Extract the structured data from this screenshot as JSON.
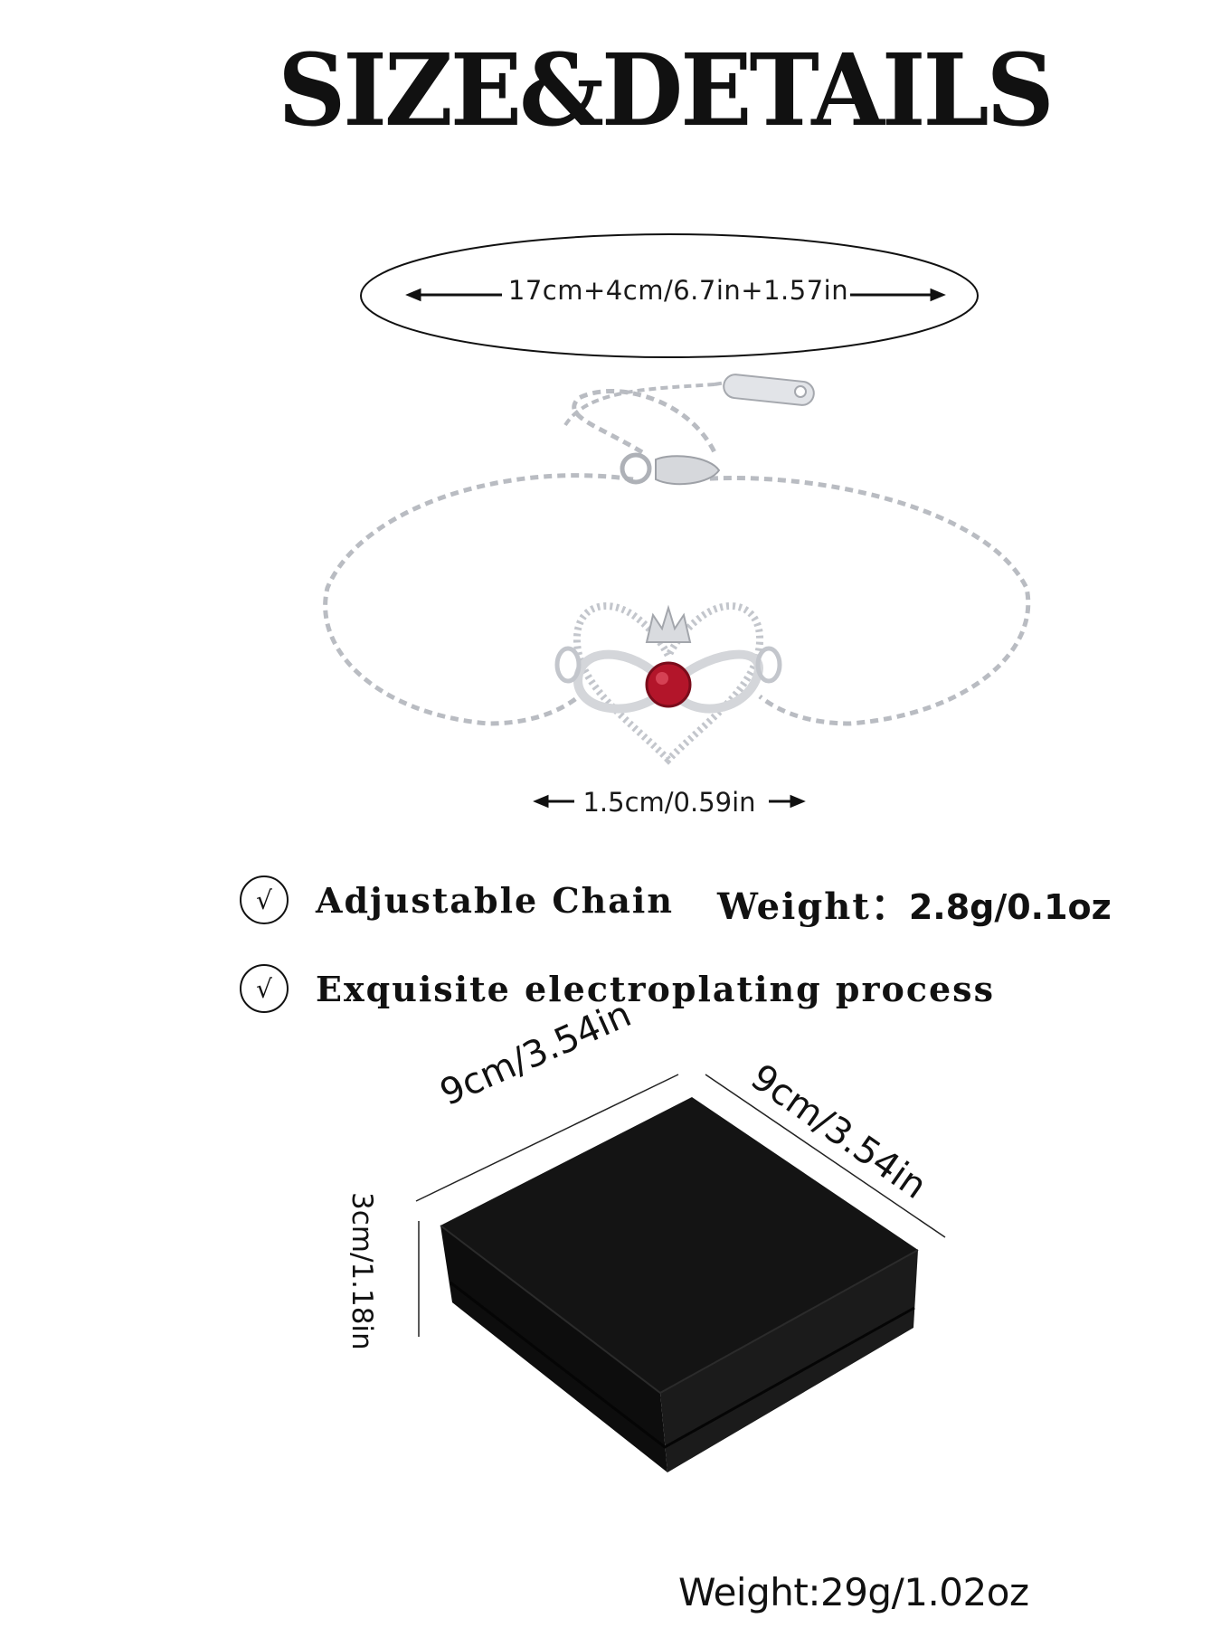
{
  "header": {
    "title": "SIZE&DETAILS"
  },
  "bracelet": {
    "chain_size_label": "17cm+4cm/6.7in+1.57in",
    "pendant_size_label": "1.5cm/0.59in",
    "stone_color": "#b3152a",
    "metal_color": "#c9ccd1"
  },
  "features": [
    {
      "check": "√",
      "label": "Adjustable Chain"
    },
    {
      "check": "√",
      "label": "Exquisite electroplating process"
    }
  ],
  "weight": {
    "label": "Weight：",
    "value": "2.8g/0.1oz"
  },
  "box": {
    "length_label": "9cm/3.54in",
    "width_label": "9cm/3.54in",
    "height_label": "3cm/1.18in",
    "weight_label": "Weight:29g/1.02oz",
    "color": "#141414"
  }
}
